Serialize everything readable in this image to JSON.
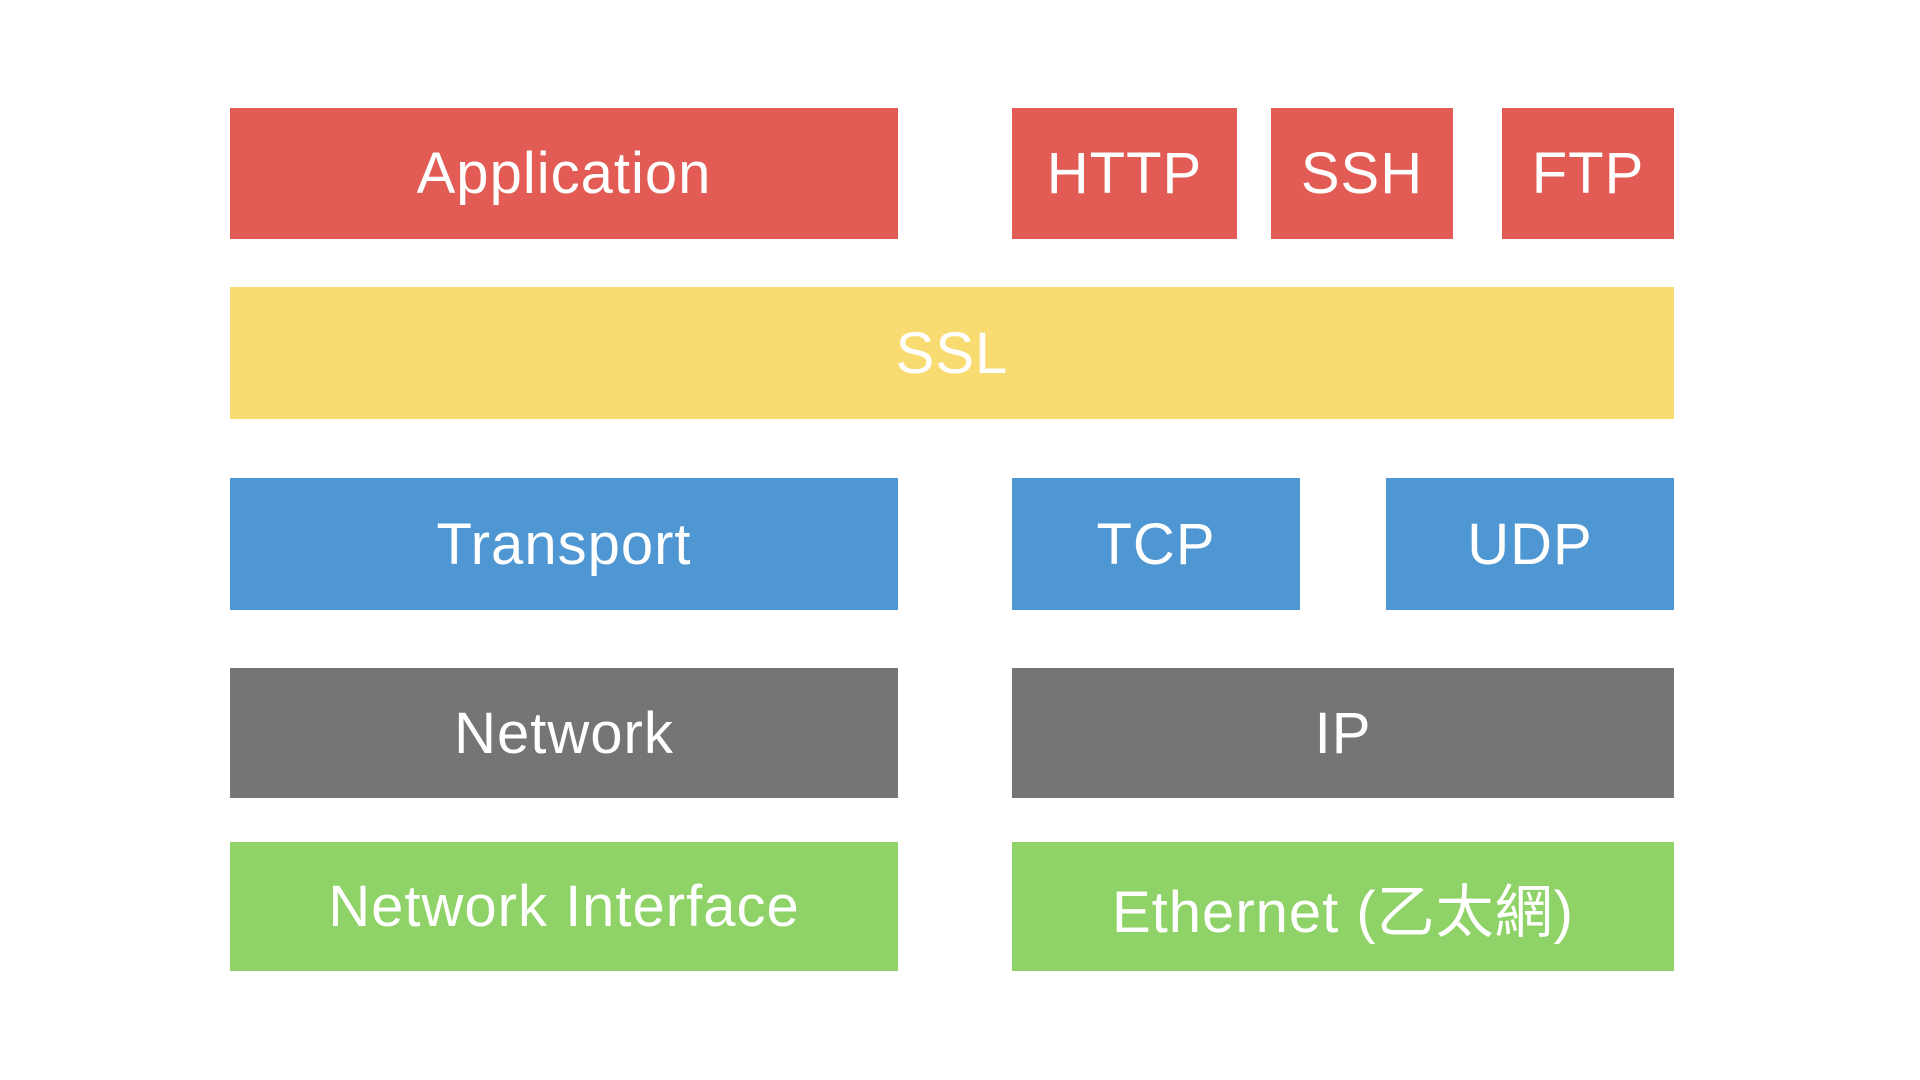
{
  "diagram": {
    "kind": "protocol-stack",
    "colors": {
      "application_red": "#e25c55",
      "ssl_yellow": "#f8dc72",
      "transport_blue": "#4e97d2",
      "network_gray": "#757577",
      "interface_green": "#8fd267",
      "text": "#ffffff",
      "background": "#ffffff"
    },
    "rows": [
      {
        "layer": "Application",
        "protocols": [
          "HTTP",
          "SSH",
          "FTP"
        ]
      },
      {
        "layer": "SSL",
        "protocols": []
      },
      {
        "layer": "Transport",
        "protocols": [
          "TCP",
          "UDP"
        ]
      },
      {
        "layer": "Network",
        "protocols": [
          "IP"
        ]
      },
      {
        "layer": "Network Interface",
        "protocols": [
          "Ethernet (乙太網)"
        ]
      }
    ]
  }
}
